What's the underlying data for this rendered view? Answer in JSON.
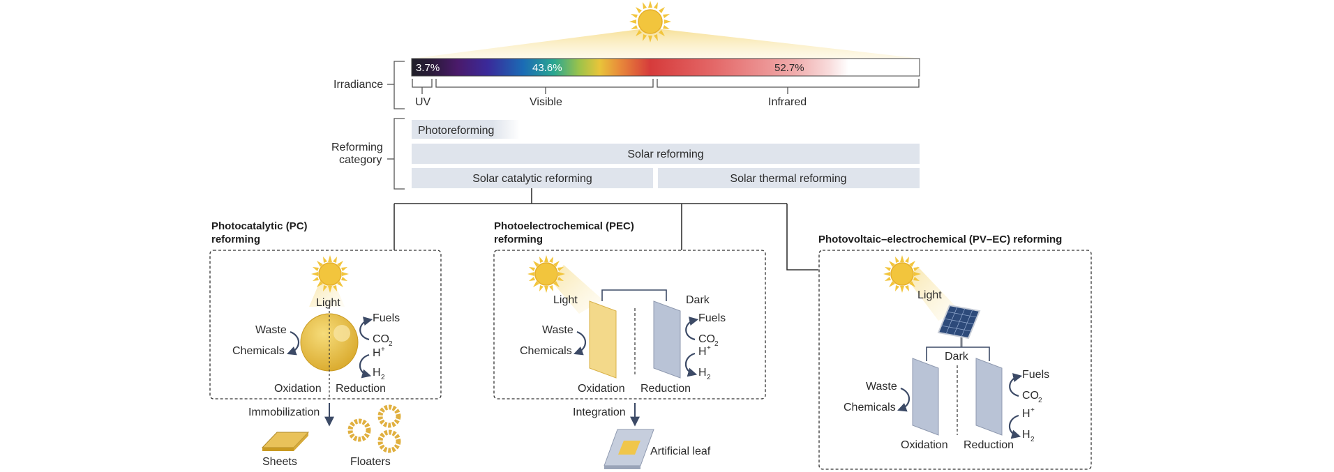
{
  "colors": {
    "sun": "#f2c53d",
    "band": "#dfe4ec",
    "photoanode": "#f3d98a",
    "cathode": "#b9c3d6",
    "arrow": "#3c4a66"
  },
  "spectrum": {
    "uv_pct": "3.7%",
    "visible_pct": "43.6%",
    "infrared_pct": "52.7%",
    "uv_label": "UV",
    "visible_label": "Visible",
    "infrared_label": "Infrared"
  },
  "labels": {
    "irradiance": "Irradiance",
    "reforming_line1": "Reforming",
    "reforming_line2": "category"
  },
  "bands": {
    "photoreforming": "Photoreforming",
    "solar_reforming": "Solar reforming",
    "solar_catalytic": "Solar catalytic reforming",
    "solar_thermal": "Solar thermal reforming"
  },
  "pc": {
    "title_line1": "Photocatalytic (PC)",
    "title_line2": "reforming",
    "light": "Light",
    "waste": "Waste",
    "chemicals": "Chemicals",
    "fuels": "Fuels",
    "co2": "CO",
    "co2_sub": "2",
    "hplus": "H",
    "hplus_sup": "+",
    "h2": "H",
    "h2_sub": "2",
    "oxidation": "Oxidation",
    "reduction": "Reduction",
    "immobilization": "Immobilization",
    "sheets": "Sheets",
    "floaters": "Floaters"
  },
  "pec": {
    "title_line1": "Photoelectrochemical (PEC)",
    "title_line2": "reforming",
    "light": "Light",
    "dark": "Dark",
    "waste": "Waste",
    "chemicals": "Chemicals",
    "fuels": "Fuels",
    "co2": "CO",
    "co2_sub": "2",
    "hplus": "H",
    "hplus_sup": "+",
    "h2": "H",
    "h2_sub": "2",
    "oxidation": "Oxidation",
    "reduction": "Reduction",
    "integration": "Integration",
    "artificial_leaf": "Artificial leaf"
  },
  "pvec": {
    "title": "Photovoltaic–electrochemical (PV–EC) reforming",
    "light": "Light",
    "dark": "Dark",
    "waste": "Waste",
    "chemicals": "Chemicals",
    "fuels": "Fuels",
    "co2": "CO",
    "co2_sub": "2",
    "hplus": "H",
    "hplus_sup": "+",
    "h2": "H",
    "h2_sub": "2",
    "oxidation": "Oxidation",
    "reduction": "Reduction"
  }
}
